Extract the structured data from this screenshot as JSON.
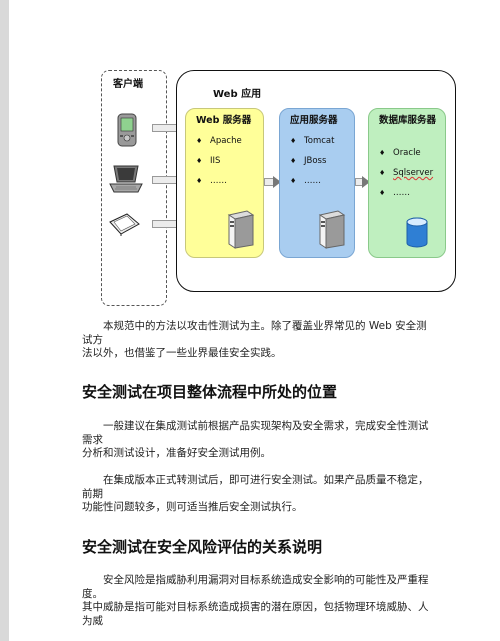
{
  "diagram": {
    "client_label": "客户端",
    "web_app_label": "Web 应用",
    "web_server": {
      "title": "Web 服务器",
      "items": [
        "Apache",
        "IIS",
        "……"
      ]
    },
    "app_server": {
      "title": "应用服务器",
      "items": [
        "Tomcat",
        "JBoss",
        "……"
      ]
    },
    "db_server": {
      "title": "数据库服务器",
      "items": [
        "Oracle",
        "Sqlserver",
        "……"
      ]
    },
    "bullet": "♦",
    "icons": [
      "pda-icon",
      "laptop-icon",
      "tablet-icon",
      "server-tower-icon",
      "database-icon"
    ]
  },
  "content": {
    "p1_line1": "本规范中的方法以攻击性测试为主。除了覆盖业界常见的 Web 安全测试方",
    "p1_line2": "法以外，也借鉴了一些业界最佳安全实践。",
    "h1": "安全测试在项目整体流程中所处的位置",
    "p2_line1": "一般建议在集成测试前根据产品实现架构及安全需求，完成安全性测试需求",
    "p2_line2": "分析和测试设计，准备好安全测试用例。",
    "p3_line1": "在集成版本正式转测试后，即可进行安全测试。如果产品质量不稳定，前期",
    "p3_line2": "功能性问题较多，则可适当推后安全测试执行。",
    "h2": "安全测试在安全风险评估的关系说明",
    "p4_line1": "安全风险是指威胁利用漏洞对目标系统造成安全影响的可能性及严重程度。",
    "p4_line2": "其中威胁是指可能对目标系统造成损害的潜在原因，包括物理环境威胁、人为威"
  }
}
